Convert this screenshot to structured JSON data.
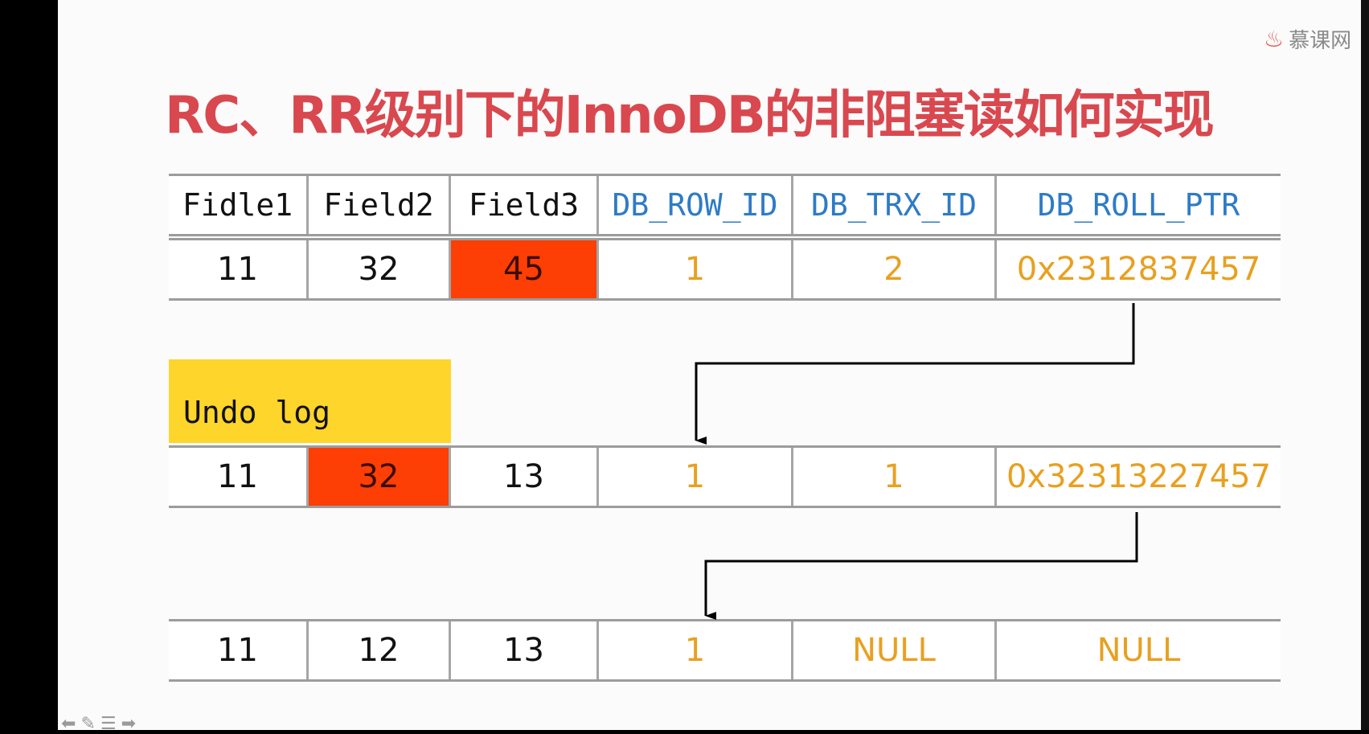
{
  "logo": {
    "icon": "flame-icon",
    "text": "慕课网"
  },
  "title": "RC、RR级别下的InnoDB的非阻塞读如何实现",
  "header": [
    "Fidle1",
    "Field2",
    "Field3",
    "DB_ROW_ID",
    "DB_TRX_ID",
    "DB_ROLL_PTR"
  ],
  "current_row": [
    "11",
    "32",
    "45",
    "1",
    "2",
    "0x2312837457"
  ],
  "undo_log_label": "Undo log",
  "undo_row_1": [
    "11",
    "32",
    "13",
    "1",
    "1",
    "0x32313227457"
  ],
  "undo_row_2": [
    "11",
    "12",
    "13",
    "1",
    "NULL",
    "NULL"
  ],
  "colors": {
    "title": "#d9484f",
    "highlight": "#fd3e05",
    "undo_label": "#fed52a",
    "meta_header": "#2e7bc7",
    "meta_value": "#e8a020"
  }
}
